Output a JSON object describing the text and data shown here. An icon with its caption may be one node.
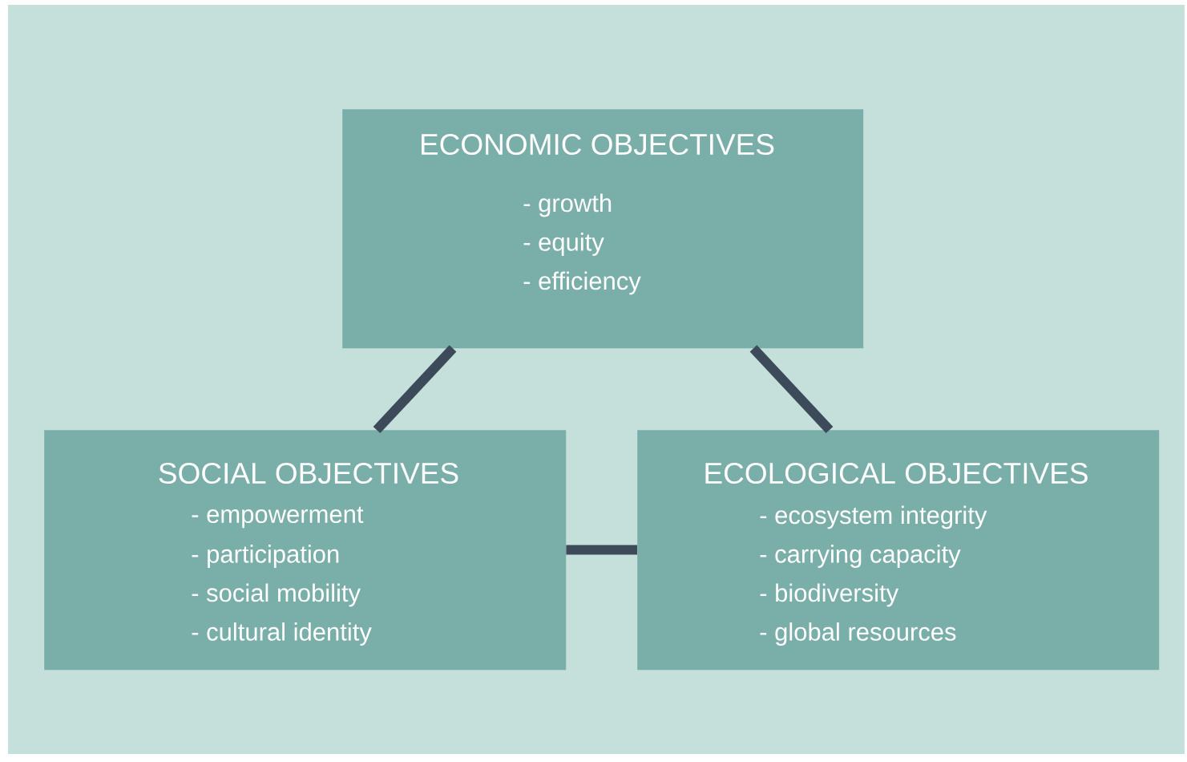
{
  "diagram": {
    "nodes": [
      {
        "text": [
          "ECONOMIC OBJECTIVES",
          "- growth",
          "- equity",
          "- efficiency"
        ]
      },
      {
        "text": [
          "SOCIAL OBJECTIVES",
          "- empowerment",
          "- participation",
          "- social mobility",
          "- cultural identity"
        ]
      },
      {
        "text": [
          "ECOLOGICAL OBJECTIVES",
          "- ecosystem integrity",
          "- carrying capacity",
          "- biodiversity",
          "- global resources"
        ]
      }
    ],
    "edges": [
      {
        "from": 0,
        "to": 1,
        "arrow": "none"
      },
      {
        "from": 0,
        "to": 2,
        "arrow": "none"
      },
      {
        "from": 1,
        "to": 2,
        "arrow": "none"
      }
    ]
  }
}
